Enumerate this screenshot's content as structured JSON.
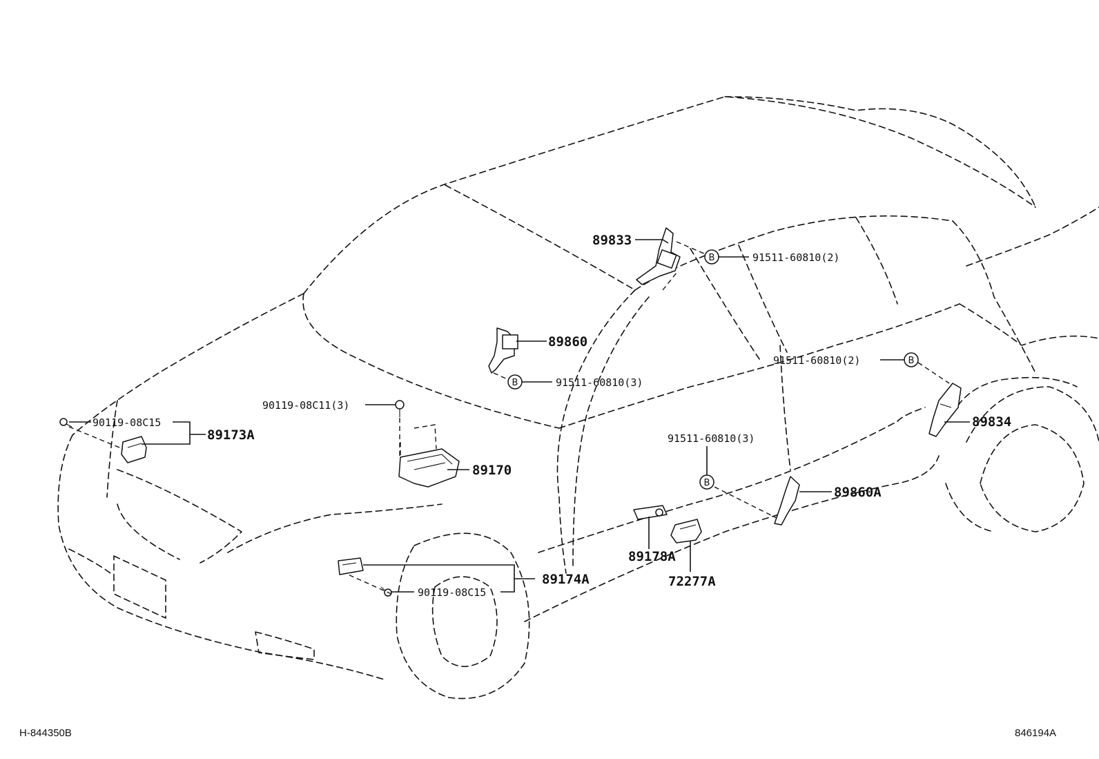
{
  "parts": {
    "p89833": "89833",
    "p89860": "89860",
    "p89173a": "89173A",
    "p89170": "89170",
    "p89174a": "89174A",
    "p89178a": "89178A",
    "p72277a": "72277A",
    "p89860a": "89860A",
    "p89834": "89834"
  },
  "fasteners": {
    "bolt_top": "91511-60810(2)",
    "bolt_mid": "91511-60810(3)",
    "bolt_right": "91511-60810(2)",
    "bolt_lower": "91511-60810(3)",
    "screw_left": "90119-08C15",
    "screw_center": "90119-08C11(3)",
    "screw_bottom": "90119-08C15"
  },
  "bolt_marker": "B",
  "footer": {
    "left_code": "H-844350B",
    "right_code": "846194A"
  }
}
